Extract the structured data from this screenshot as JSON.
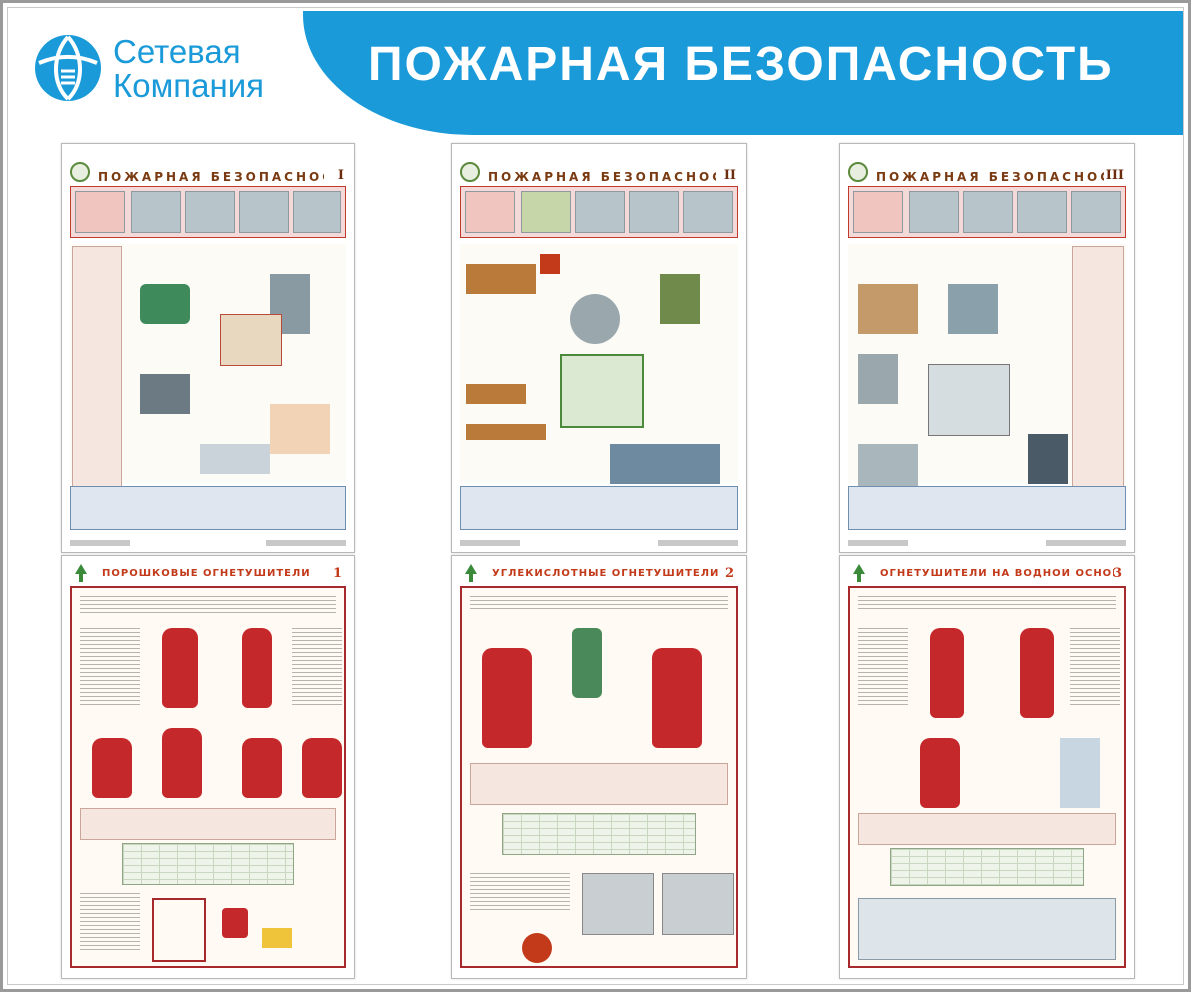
{
  "header": {
    "title": "ПОЖАРНАЯ БЕЗОПАСНОСТЬ",
    "brand_line1": "Сетевая",
    "brand_line2": "Компания"
  },
  "colors": {
    "brand_blue": "#1a9ad9",
    "poster_red": "#a8292b",
    "title_brown": "#7a3a12",
    "board_gray": "#9a9a9a"
  },
  "posters_top": [
    {
      "title": "ПОЖАРНАЯ  БЕЗОПАСНОСТЬ",
      "number": "I"
    },
    {
      "title": "ПОЖАРНАЯ  БЕЗОПАСНОСТЬ",
      "number": "II"
    },
    {
      "title": "ПОЖАРНАЯ  БЕЗОПАСНОСТЬ",
      "number": "III"
    }
  ],
  "posters_bottom": [
    {
      "title": "ПОРОШКОВЫЕ ОГНЕТУШИТЕЛИ",
      "number": "1"
    },
    {
      "title": "УГЛЕКИСЛОТНЫЕ ОГНЕТУШИТЕЛИ",
      "number": "2"
    },
    {
      "title": "ОГНЕТУШИТЕЛИ НА ВОДНОЙ ОСНОВЕ",
      "number": "3"
    }
  ],
  "icons": {
    "logo": "globe-logo-icon",
    "poster_badge": "emblem-icon",
    "poster_tree": "tree-icon"
  }
}
